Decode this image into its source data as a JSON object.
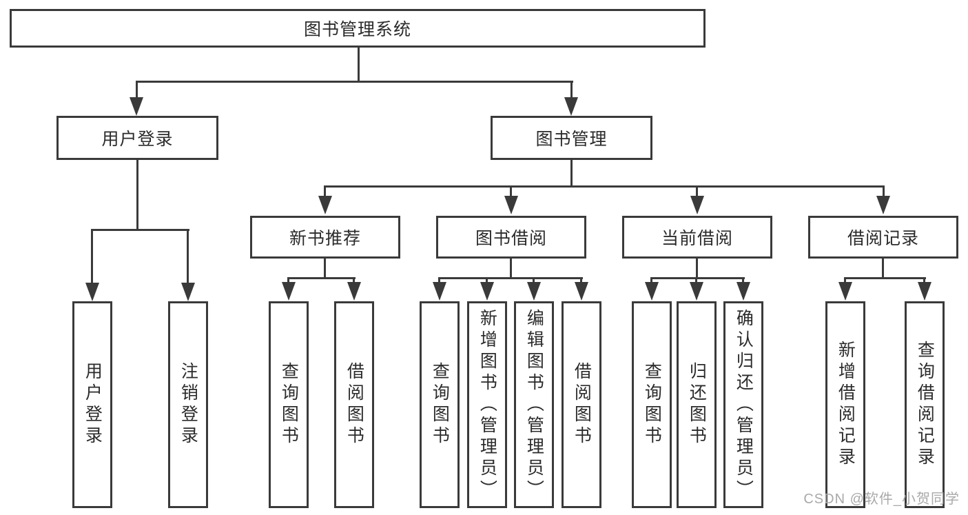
{
  "title": {
    "label": "图书管理系统"
  },
  "level2": [
    {
      "label": "用户登录"
    },
    {
      "label": "图书管理"
    }
  ],
  "level3": [
    {
      "label": "新书推荐"
    },
    {
      "label": "图书借阅"
    },
    {
      "label": "当前借阅"
    },
    {
      "label": "借阅记录"
    }
  ],
  "leaves": [
    {
      "label": "用户登录"
    },
    {
      "label": "注销登录"
    },
    {
      "label": "查询图书"
    },
    {
      "label": "借阅图书"
    },
    {
      "label": "查询图书"
    },
    {
      "label": "新增图书（管理员）"
    },
    {
      "label": "编辑图书（管理员）"
    },
    {
      "label": "借阅图书"
    },
    {
      "label": "查询图书"
    },
    {
      "label": "归还图书"
    },
    {
      "label": "确认归还（管理员）"
    },
    {
      "label": "新增借阅记录"
    },
    {
      "label": "查询借阅记录"
    }
  ],
  "watermark": {
    "label": "CSDN @软件_小贺同学"
  },
  "colors": {
    "line": "#3a3a3a",
    "text": "#2b2b2b",
    "watermark": "#a9a9a9",
    "background": "#ffffff"
  }
}
